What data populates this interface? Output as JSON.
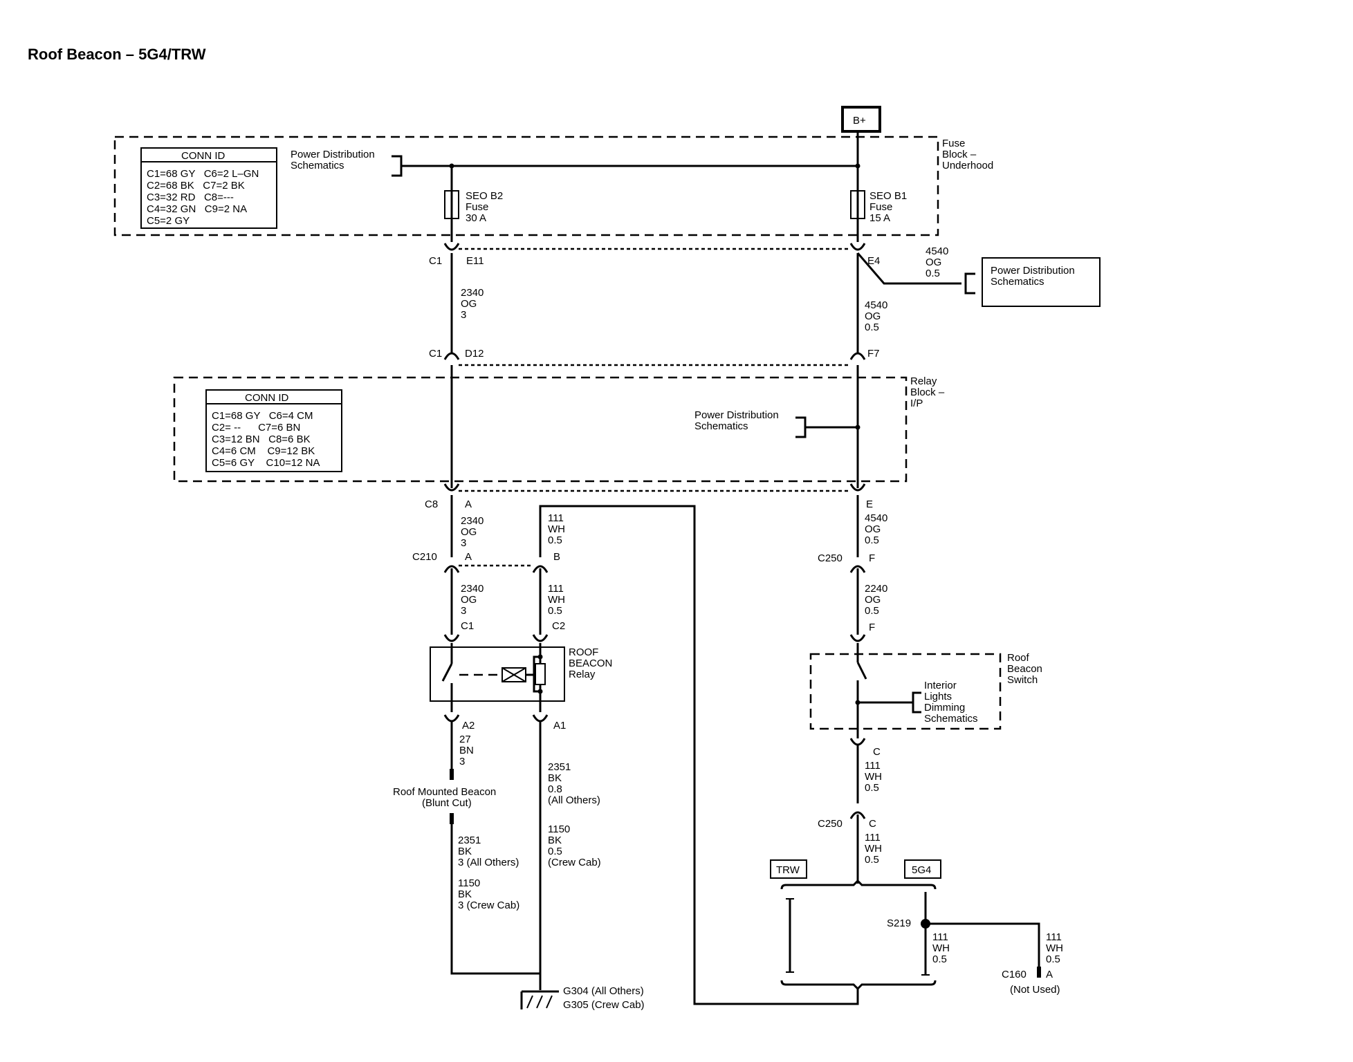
{
  "title": "Roof Beacon – 5G4/TRW",
  "battery": "B+",
  "fuse_block": {
    "label": [
      "Fuse",
      "Block –",
      "Underhood"
    ],
    "conn_id_title": "CONN ID",
    "conn_id_rows": [
      "C1=68 GY   C6=2 L–GN",
      "C2=68 BK   C7=2 BK",
      "C3=32 RD   C8=---",
      "C4=32 GN   C9=2 NA",
      "C5=2 GY"
    ],
    "power_dist_ref": [
      "Power Distribution",
      "Schematics"
    ],
    "fuse_b2": [
      "SEO B2",
      "Fuse",
      "30 A"
    ],
    "fuse_b1": [
      "SEO B1",
      "Fuse",
      "15 A"
    ]
  },
  "connectors_top": {
    "c1_left": "C1",
    "e11": "E11",
    "e4": "E4",
    "c1_left_2": "C1",
    "d12": "D12",
    "f7": "F7"
  },
  "wires_top": {
    "w2340": [
      "2340",
      "OG",
      "3"
    ],
    "w4540_ext": [
      "4540",
      "OG",
      "0.5"
    ],
    "w4540": [
      "4540",
      "OG",
      "0.5"
    ]
  },
  "power_dist_box": [
    "Power Distribution",
    "Schematics"
  ],
  "relay_block": {
    "label": [
      "Relay",
      "Block –",
      "I/P"
    ],
    "conn_id_title": "CONN ID",
    "conn_id_rows": [
      "C1=68 GY   C6=4 CM",
      "C2= --      C7=6 BN",
      "C3=12 BN   C8=6 BK",
      "C4=6 CM    C9=12 BK",
      "C5=6 GY    C10=12 NA"
    ],
    "power_dist_ref": [
      "Power Distribution",
      "Schematics"
    ]
  },
  "lower_left": {
    "c8": "C8",
    "a_c8": "A",
    "w2340_a": [
      "2340",
      "OG",
      "3"
    ],
    "w111_a": [
      "111",
      "WH",
      "0.5"
    ],
    "c210": "C210",
    "a_c210": "A",
    "b_c210": "B",
    "w2340_b": [
      "2340",
      "OG",
      "3"
    ],
    "w111_b": [
      "111",
      "WH",
      "0.5"
    ],
    "relay_c1": "C1",
    "relay_c2": "C2",
    "relay_label": [
      "ROOF",
      "BEACON",
      "Relay"
    ],
    "relay_a2": "A2",
    "relay_a1": "A1",
    "w27": [
      "27",
      "BN",
      "3"
    ],
    "beacon_label": [
      "Roof Mounted Beacon",
      "(Blunt Cut)"
    ],
    "w2351_left": [
      "2351",
      "BK",
      "3 (All Others)"
    ],
    "w1150_left": [
      "1150",
      "BK",
      "3 (Crew Cab)"
    ],
    "w2351_right": [
      "2351",
      "BK",
      "0.8",
      "(All Others)"
    ],
    "w1150_right": [
      "1150",
      "BK",
      "0.5",
      "(Crew Cab)"
    ],
    "ground": [
      "G304 (All Others)",
      "G305 (Crew Cab)"
    ]
  },
  "lower_right": {
    "e": "E",
    "w4540_c": [
      "4540",
      "OG",
      "0.5"
    ],
    "c250_1": "C250",
    "f1": "F",
    "w2240": [
      "2240",
      "OG",
      "0.5"
    ],
    "f2": "F",
    "switch_label": [
      "Roof",
      "Beacon",
      "Switch"
    ],
    "dimming_ref": [
      "Interior",
      "Lights",
      "Dimming",
      "Schematics"
    ],
    "c_sw": "C",
    "w111_sw": [
      "111",
      "WH",
      "0.5"
    ],
    "c250_2": "C250",
    "c2": "C",
    "w111_c250": [
      "111",
      "WH",
      "0.5"
    ],
    "trw": "TRW",
    "g5g4": "5G4",
    "s219": "S219",
    "w111_s219": [
      "111",
      "WH",
      "0.5"
    ],
    "w111_c160": [
      "111",
      "WH",
      "0.5"
    ],
    "c160": "C160",
    "a_c160": "A",
    "not_used": "(Not Used)"
  }
}
